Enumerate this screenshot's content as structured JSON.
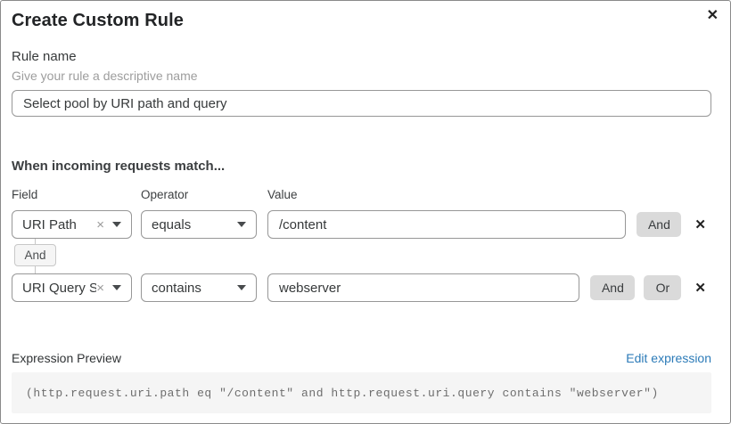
{
  "dialog": {
    "title": "Create Custom Rule"
  },
  "icons": {
    "close": "✕",
    "remove": "✕",
    "clear": "×"
  },
  "rule_name": {
    "label": "Rule name",
    "helper": "Give your rule a descriptive name",
    "value": "Select pool by URI path and query"
  },
  "matcher": {
    "heading": "When incoming requests match...",
    "columns": {
      "field": "Field",
      "operator": "Operator",
      "value": "Value"
    },
    "connector_label": "And",
    "and_label": "And",
    "or_label": "Or",
    "rows": [
      {
        "field": "URI Path",
        "operator": "equals",
        "value": "/content"
      },
      {
        "field": "URI Query St...",
        "operator": "contains",
        "value": "webserver"
      }
    ]
  },
  "expression": {
    "label": "Expression Preview",
    "edit_link": "Edit expression",
    "code": "(http.request.uri.path eq \"/content\" and http.request.uri.query contains \"webserver\")"
  },
  "colors": {
    "link": "#2c7bb8",
    "chip_button_bg": "#dadada",
    "code_bg": "#f5f5f5",
    "border": "#979797"
  }
}
